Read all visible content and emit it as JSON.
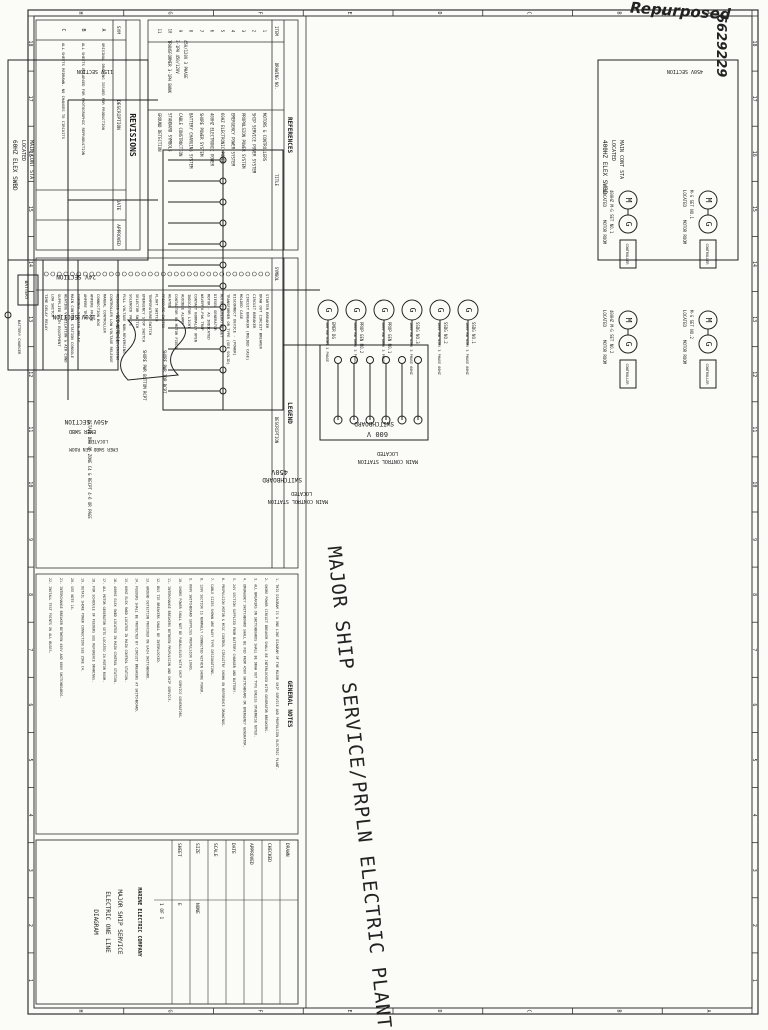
{
  "drawing": {
    "title": "MAJOR SHIP SERVICE/PRPLN ELECTRIC PLANT",
    "drawing_number_handwritten": "6629229",
    "stamp_handwritten": "Repurposed"
  },
  "revisions": {
    "heading": "REVISIONS",
    "columns": [
      "SYM",
      "DESCRIPTION",
      "DATE",
      "APPROVED"
    ],
    "rows": [
      {
        "sym": "A",
        "description": "ORIGINAL DRAWING ISSUED FOR PRODUCTION"
      },
      {
        "sym": "B",
        "description": "ALL SHEETS ENLARGED FOR PHOTOGRAPHIC REPRODUCTION"
      },
      {
        "sym": "C",
        "description": "ALL SHEETS REDRAWN. NO CHANGES TO CIRCUITS"
      }
    ]
  },
  "legend": {
    "heading": "LEGEND",
    "columns": [
      "SYMBOL",
      "DESCRIPTION"
    ],
    "items": [
      "STARTER BREAKER",
      "DRAW OUT CIRCUIT BREAKER",
      "CIRCUIT BREAKER",
      "CIRCUIT BREAKER (MOLDED CASE)",
      "MOLDED CASE",
      "DISCONNECT DEVICE - (POWER)",
      "TRANSFORMER OR TYPE (SEE SOLID)",
      "MOTOR/GENERATOR SET",
      "DIESEL GENERATOR",
      "MOTOR - AS INDICATED",
      "WAVEPRO-PAK TRAP",
      "CONTACT NORMALLY OPEN",
      "INDICATOR LIGHT",
      "AUDIBLE ALARM",
      "CONTACTOR OR MOTOR FIELD",
      "HEATER",
      "PRESSURE SWITCH",
      "FLOAT SWITCH",
      "TEMPERATURE SWITCH",
      "EMERGENCY STOP SWITCH",
      "SELECTOR SWITCH",
      "SOLENOID VALVE",
      "FULL VOLTAGE NON-REVERSING",
      "REDUCED VOLTAGE NON REVERSING",
      "CONTROLLER LOW VOLTAGE RELEASE",
      "MANUAL CONTROLLER",
      "CONNECTION BOX",
      "AMPERE FRAME",
      "AMPERE TRIP",
      "CONTROL SERVICE RELAY",
      "MAIN CONTROL STATION CONSOLE",
      "HEATING VENTILATION & AIR COND",
      "SUPPLIED WITH EQUIPMENT",
      "LOW SWITCH",
      "TIME DELAY RELAY"
    ]
  },
  "general_notes": {
    "heading": "GENERAL NOTES",
    "notes": [
      "1. THIS DIAGRAM IS A ONE LINE DIAGRAM OF THE MAJOR SHIP SERVICE AND PROPULSION ELECTRIC PLANT.",
      "2. SHORE POWER CIRCUIT BREAKER SHALL BE INTERLOCKED WITH GENERATOR BREAKERS.",
      "3. ALL BREAKERS ON SWITCHBOARDS SHALL BE DRAW OUT TYPE UNLESS OTHERWISE NOTED.",
      "4. EMERGENCY SWITCHBOARD SHALL BE FED FROM 450V SWITCHBOARD OR EMERGENCY GENERATOR.",
      "5. 24V SECTION SUPPLIED FROM BATTERY CHARGER AND BATTERY.",
      "6. PROPULSION MOTOR & MCSC CONTROL CIRCUITRY SHOWN ON REFERENCE DRAWINGS.",
      "7. CABLE SIZES SHOWN ARE NAVY TYPE DESIGNATIONS.",
      "8. 120V SECTION IS NORMALLY CONNECTED WITHIN SHORE POWER.",
      "9. 600V SWITCHBOARD SUPPLIES PROPULSION LOADS.",
      "10. SHORE POWER SHALL NOT BE PARALLELED WITH SHIP SERVICE GENERATORS.",
      "11. INTERCHANGE BREAKERS BETWEEN PROPULSION AND SHIP SERVICE.",
      "12. BUS TIE BREAKERS SHALL BE INTERLOCKED.",
      "13. GROUND DETECTION PROVIDED ON EACH SWITCHBOARD.",
      "14. FEEDERS SHALL BE PROTECTED BY CIRCUIT BREAKERS AT SWITCHBOARD.",
      "15. 60HZ ELEX SWBD LOCATED IN MAIN CONTROL STATION.",
      "16. 400HZ ELEX SWBD LOCATED IN MAIN CONTROL STATION.",
      "17. ALL MOTOR GENERATOR SETS LOCATED IN MOTOR ROOM.",
      "18. FOR SCHEDULE OF FEEDERS SEE REFERENCE DRAWINGS.",
      "19. DETAIL SHORE POWER CONNECTION SEE ZONE C4.",
      "20. SEE NOTE 14.",
      "21. INTERCHANGE BREAKER BETWEEN 450V AND 600V SWITCHBOARDS.",
      "22. INSTALL TEST POINTS ON ALL BUSES."
    ]
  },
  "references": {
    "heading": "REFERENCES",
    "columns": [
      "ITEM",
      "DRAWING NO.",
      "TITLE"
    ],
    "items": [
      "MOTORS & CONTROLLERS",
      "SHIP SERVICE POWER SYSTEM",
      "PROPULSION POWER SYSTEM",
      "EMERGENCY POWER SYSTEM",
      "60HZ ELECTRONIC POWER",
      "400HZ ELECTRONIC POWER",
      "SHORE POWER SYSTEM",
      "BATTERY CHARGING SYSTEM",
      "CABLE CONSTRUCTION",
      "STANDARD SYMBOLS",
      "GROUND DETECTION"
    ]
  },
  "title_block": {
    "company": "MARINE ELECTRIC COMPANY",
    "title_lines": [
      "MAJOR SHIP SERVICE",
      "ELECTRIC ONE LINE",
      "DIAGRAM"
    ],
    "labels": [
      "DRAWN",
      "CHECKED",
      "APPROVED",
      "DATE",
      "SCALE",
      "SIZE",
      "SHEET"
    ],
    "scale": "NONE",
    "size": "E",
    "sheet": "1 OF 1"
  },
  "switchboards": {
    "sb600": {
      "name": "600 V",
      "type": "SWITCHBOARD",
      "located": "LOCATED",
      "location": "MAIN CONTROL STATION"
    },
    "sb450": {
      "name": "450V",
      "type": "SWITCHBOARD",
      "located": "LOCATED",
      "location": "MAIN CONTROL STATION"
    },
    "emer": {
      "sections": [
        "24V SECTION",
        "120V SECTION",
        "450V SECTION"
      ],
      "name": "EMER SWBD",
      "located": "LOCATED",
      "location": "EMER SWBD GEN ROOM"
    },
    "elex60": {
      "section": "115V SECTION",
      "name": "60HZ ELEX SWBD",
      "located": "LOCATED",
      "location": "MAIN CONT STA"
    },
    "elex400": {
      "section": "450V SECTION",
      "name": "400HZ ELEX SWBD",
      "located": "LOCATED",
      "location": "MAIN CONT STA"
    }
  },
  "generators": [
    {
      "label": "SSDG NO.1",
      "rating": "1000 KW 450V 3 PHASE 60HZ"
    },
    {
      "label": "SSDG NO.2",
      "rating": "1000 KW 450V 3 PHASE 60HZ"
    },
    {
      "label": "SSDG NO.3",
      "rating": "1000 KW 450V 3 PHASE 60HZ"
    },
    {
      "label": "PROP GEN NO.1",
      "rating": "3000 KW 600V 3 PHASE"
    },
    {
      "label": "PROP GEN NO.2",
      "rating": "3000 KW 600V 3 PHASE"
    },
    {
      "label": "EMER DG",
      "rating": "300 KW 450V 3 PHASE"
    }
  ],
  "components": {
    "shore_power": [
      "SHORE PWR TOP RCPT",
      "SHORE PWR BOTTOM RCPT"
    ],
    "battery": "BATTERY",
    "battery_charger": "BATTERY CHARGER",
    "mg_sets": [
      {
        "name": "M-G SET NO.1",
        "location": "MOTOR ROOM"
      },
      {
        "name": "M-G SET NO.2",
        "location": "MOTOR ROOM"
      },
      {
        "name": "400HZ M-G SET NO.1",
        "location": "MOTOR ROOM"
      },
      {
        "name": "400HZ M-G SET NO.2",
        "location": "MOTOR ROOM"
      }
    ],
    "controller_label": "CONTROLLER",
    "located_label": "LOCATED",
    "transformer_labels": [
      "TRANSFORMER 3-1PH BANK",
      "3-1PH 450/120V",
      "450/120V 3 PHASE"
    ],
    "see_note": "SEE NOTE 14",
    "detail_note": "DETAIL DWG OF ZONE C4 & RECPT 4-6 OR PAGE"
  },
  "zone_labels_top": [
    "1",
    "2",
    "3",
    "4",
    "5",
    "6",
    "7",
    "8",
    "9",
    "10",
    "11",
    "12",
    "13",
    "14",
    "15",
    "16",
    "17",
    "18"
  ],
  "zone_labels_side": [
    "A",
    "B",
    "C",
    "D",
    "E",
    "F",
    "G",
    "H"
  ]
}
